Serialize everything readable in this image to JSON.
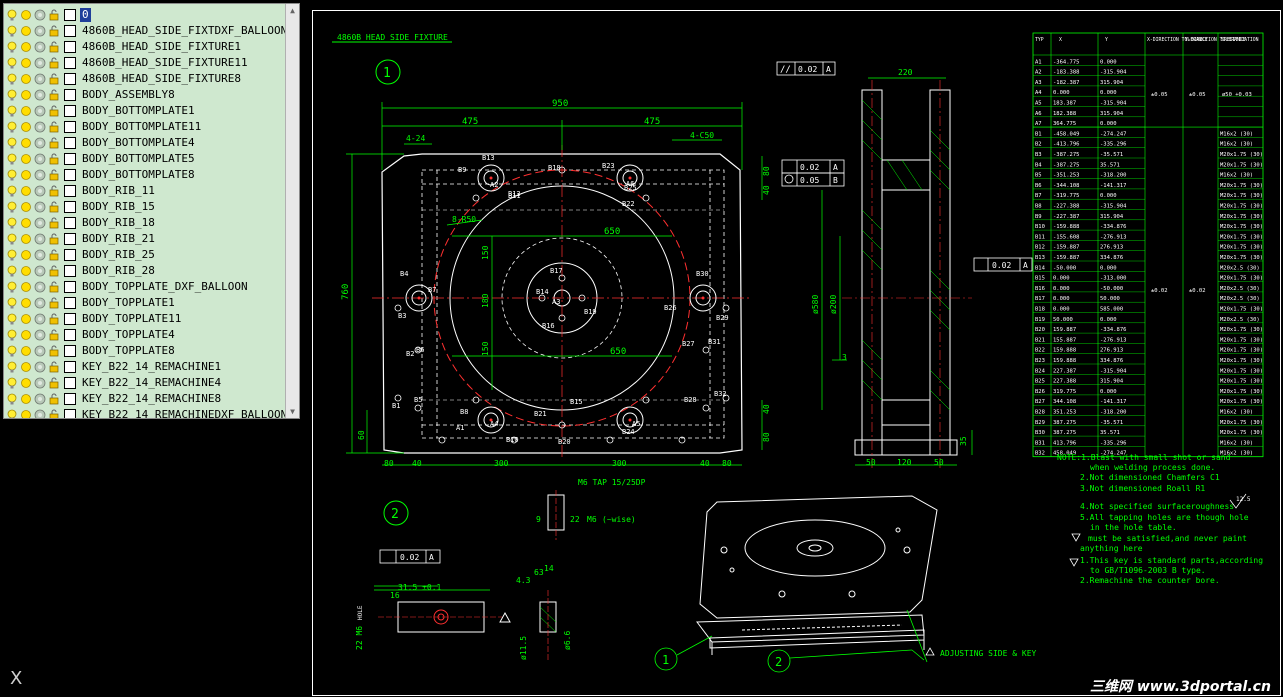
{
  "layer_list": {
    "layers": [
      {
        "name": "0",
        "selected": true
      },
      {
        "name": "4860B_HEAD_SIDE_FIXTDXF_BALLOON"
      },
      {
        "name": "4860B_HEAD_SIDE_FIXTURE1"
      },
      {
        "name": "4860B_HEAD_SIDE_FIXTURE11"
      },
      {
        "name": "4860B_HEAD_SIDE_FIXTURE8"
      },
      {
        "name": "BODY_ASSEMBLY8"
      },
      {
        "name": "BODY_BOTTOMPLATE1"
      },
      {
        "name": "BODY_BOTTOMPLATE11"
      },
      {
        "name": "BODY_BOTTOMPLATE4"
      },
      {
        "name": "BODY_BOTTOMPLATE5"
      },
      {
        "name": "BODY_BOTTOMPLATE8"
      },
      {
        "name": "BODY_RIB_11"
      },
      {
        "name": "BODY_RIB_15"
      },
      {
        "name": "BODY_RIB_18"
      },
      {
        "name": "BODY_RIB_21"
      },
      {
        "name": "BODY_RIB_25"
      },
      {
        "name": "BODY_RIB_28"
      },
      {
        "name": "BODY_TOPPLATE_DXF_BALLOON"
      },
      {
        "name": "BODY_TOPPLATE1"
      },
      {
        "name": "BODY_TOPPLATE11"
      },
      {
        "name": "BODY_TOPPLATE4"
      },
      {
        "name": "BODY_TOPPLATE8"
      },
      {
        "name": "KEY_B22_14_REMACHINE1"
      },
      {
        "name": "KEY_B22_14_REMACHINE4"
      },
      {
        "name": "KEY_B22_14_REMACHINE8"
      },
      {
        "name": "KEY_B22_14_REMACHINEDXF_BALLOON"
      }
    ],
    "icons": [
      "lightbulb-icon",
      "sun-icon",
      "lock-icon",
      "freeze-icon",
      "color-swatch-icon"
    ]
  },
  "drawing": {
    "title_tag": "4860B_HEAD_SIDE_FIXTURE",
    "views": {
      "view1_label": "1",
      "view2_label": "2",
      "dims": {
        "total_width": "950",
        "half_left": "475",
        "half_right": "475",
        "left_hole": "4-24",
        "chamfer": "4-C50",
        "radius": "8-R50",
        "inner_650_top": "650",
        "inner_650_bottom": "650",
        "height_760": "760",
        "d150_top": "150",
        "d180": "180",
        "d150_bot": "150",
        "d60": "60",
        "d80_r": "80",
        "d40_r": "40",
        "b_40": "40",
        "b_80": "80",
        "b_300a": "300",
        "b_300b": "300",
        "b_40b": "40",
        "b_80b": "80",
        "r_40": "40",
        "r_80": "80"
      },
      "hole_labels": [
        "B1",
        "B2",
        "B3",
        "B4",
        "B5",
        "B6",
        "B7",
        "B8",
        "B9",
        "B10",
        "B11",
        "B12",
        "B13",
        "B14",
        "B15",
        "B16",
        "B17",
        "B18",
        "B19",
        "B20",
        "B21",
        "B22",
        "B23",
        "B24",
        "B25",
        "B26",
        "B27",
        "B28",
        "B29",
        "B30",
        "B31",
        "B32",
        "A1",
        "A2",
        "A3",
        "A4",
        "A5",
        "A6"
      ],
      "tap_note": "M6 TAP 15/25DP",
      "tap_22": "22",
      "tap_m6": "M6",
      "tap_9": "9",
      "tap_wise": "(~wise)",
      "gdt_par1": "//",
      "gdt_par1_val": "0.02",
      "gdt_par1_ref": "A",
      "gdt_box2_val": "0.02",
      "gdt_box2_ref": "A",
      "gdt_box3_val": "0.05",
      "gdt_box3_ref": "B",
      "gdt_perp_val": "0.02",
      "gdt_perp_ref": "A",
      "side_220": "220",
      "side_580": "ø580",
      "side_200": "ø200",
      "side_3": "3",
      "side_50a": "50",
      "side_120": "120",
      "side_50b": "50",
      "side_35": "35",
      "key_gdt_val": "0.02",
      "key_gdt_ref": "A",
      "key_315": "31.5 ±0.1",
      "key_63": "63",
      "key_14": "14",
      "key_43": "4.3",
      "key_22m6": "22 M6",
      "key_16": "16",
      "key_66": "ø6.6",
      "key_115": "ø11.5",
      "key_h": "HOLE",
      "assembly_1": "1",
      "assembly_2": "2",
      "assembly_note": "ADJUSTING SIDE  & KEY"
    },
    "hole_table": {
      "headers": [
        "TYP",
        "X",
        "Y",
        "X-DIRECTION TOLERANCE",
        "Y-DIRECTION TOLERANCE",
        "SPECIFICATION"
      ],
      "rows": [
        [
          "A1",
          "-364.775",
          "0.000"
        ],
        [
          "A2",
          "-183.388",
          "-315.904"
        ],
        [
          "A3",
          "-182.387",
          "315.904"
        ],
        [
          "A4",
          "0.000",
          "0.000"
        ],
        [
          "A5",
          "183.387",
          "-315.904"
        ],
        [
          "A6",
          "182.388",
          "315.904"
        ],
        [
          "A7",
          "364.775",
          "0.000"
        ],
        [
          "B1",
          "-458.049",
          "-274.247"
        ],
        [
          "B2",
          "-413.796",
          "-335.296"
        ],
        [
          "B3",
          "-387.275",
          "-35.571"
        ],
        [
          "B4",
          "-387.275",
          "35.571"
        ],
        [
          "B5",
          "-351.253",
          "-318.200"
        ],
        [
          "B6",
          "-344.108",
          "-141.317"
        ],
        [
          "B7",
          "-319.775",
          "0.000"
        ],
        [
          "B8",
          "-227.388",
          "-315.904"
        ],
        [
          "B9",
          "-227.387",
          "315.904"
        ],
        [
          "B10",
          "-159.888",
          "-334.876"
        ],
        [
          "B11",
          "-155.608",
          "-276.913"
        ],
        [
          "B12",
          "-159.887",
          "276.913"
        ],
        [
          "B13",
          "-159.887",
          "334.876"
        ],
        [
          "B14",
          "-50.000",
          "0.000"
        ],
        [
          "B15",
          "0.000",
          "-313.000"
        ],
        [
          "B16",
          "0.000",
          "-50.000"
        ],
        [
          "B17",
          "0.000",
          "50.000"
        ],
        [
          "B18",
          "0.000",
          "585.000"
        ],
        [
          "B19",
          "50.000",
          "0.000"
        ],
        [
          "B20",
          "159.887",
          "-334.876"
        ],
        [
          "B21",
          "155.887",
          "-276.913"
        ],
        [
          "B22",
          "159.888",
          "276.913"
        ],
        [
          "B23",
          "159.888",
          "334.876"
        ],
        [
          "B24",
          "227.387",
          "-315.904"
        ],
        [
          "B25",
          "227.388",
          "315.904"
        ],
        [
          "B26",
          "319.775",
          "0.000"
        ],
        [
          "B27",
          "344.108",
          "-141.317"
        ],
        [
          "B28",
          "351.253",
          "-318.200"
        ],
        [
          "B29",
          "387.275",
          "-35.571"
        ],
        [
          "B30",
          "387.275",
          "35.571"
        ],
        [
          "B31",
          "413.796",
          "-335.296"
        ],
        [
          "B32",
          "458.049",
          "-274.247"
        ]
      ],
      "tol_a": "±0.05",
      "tol_b": "±0.02",
      "spec_a": "ø50 +0.03",
      "spec_b": [
        "M16x2 (30)",
        "M16x2 (30)",
        "M20x1.75 (30)",
        "M20x1.75 (30)",
        "M16x2 (30)",
        "M20x1.75 (30)",
        "M20x1.75 (30)",
        "M20x1.75 (30)",
        "M20x1.75 (30)",
        "M20x1.75 (30)",
        "M20x1.75 (30)",
        "M20x1.75 (30)",
        "M20x1.75 (30)",
        "M20x2.5 (30)",
        "M20x1.75 (30)",
        "M20x2.5 (30)",
        "M20x2.5 (30)",
        "M20x1.75 (30)",
        "M20x2.5 (30)",
        "M20x1.75 (30)",
        "M20x1.75 (30)",
        "M20x1.75 (30)",
        "M20x1.75 (30)",
        "M20x1.75 (30)",
        "M20x1.75 (30)",
        "M20x1.75 (30)",
        "M20x1.75 (30)",
        "M16x2 (30)",
        "M20x1.75 (30)",
        "M20x1.75 (30)",
        "M16x2 (30)",
        "M16x2 (30)"
      ]
    },
    "notes": [
      "NOTE:1.Blast with small shot or sand",
      "when welding process done.",
      "2.Not dimensioned Chamfers C1",
      "3.Not dimensioned Roall R1",
      "4.Not specified surfaceroughness",
      "5.All tapping holes are though hole",
      "in the hole table.",
      "must be satisfied,and never paint",
      "anything here",
      "1.This key is standard parts,according",
      "to GB/T1096-2003 B type.",
      "2.Remachine the counter bore."
    ],
    "note_rough": "12.5"
  },
  "close_label": "X",
  "watermark": "三维网 www.3dportal.cn",
  "colors": {
    "line": "#00ff00",
    "center": "#ff3030",
    "white": "#ffffff",
    "yellow": "#ffff00",
    "panel": "#cfe8cf"
  }
}
